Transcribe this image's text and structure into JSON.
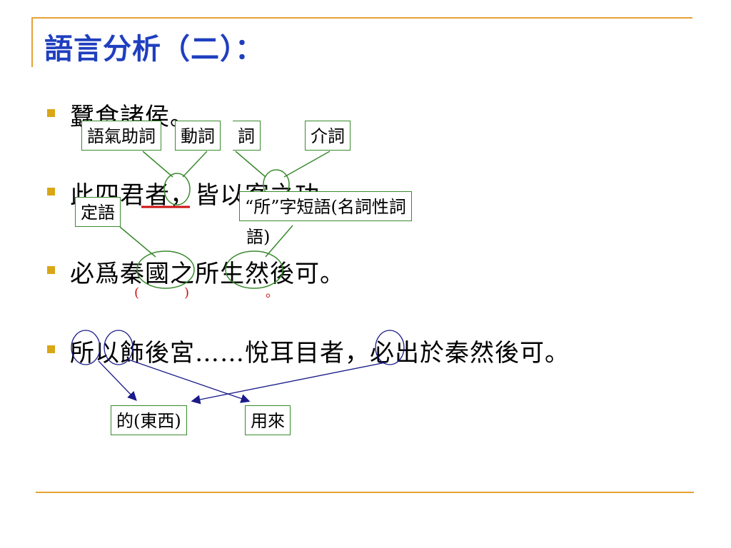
{
  "title": "語言分析（二）：",
  "lines": [
    "蠶食諸侯。",
    "此四君者，皆以客之功。",
    "必爲秦國之所生然後可。",
    "所以飾後宮……悅耳目者，必出於秦然後可。"
  ],
  "boxes": {
    "yuqi": "語氣助詞",
    "dongci": "動詞",
    "ci": "詞",
    "jieci": "介詞",
    "dingyu": "定語",
    "suo_phrase": "“所”字短語(名詞性詞",
    "suo_phrase_tail": "語)",
    "de_dongxi": "的(東西)",
    "yonglai": "用來"
  },
  "red_marks": {
    "paren_open": "(",
    "paren_close": ")",
    "circle": "。"
  },
  "colors": {
    "title": "#1f3fbf",
    "rules": "#e5a235",
    "bullet": "#d9a616",
    "annotation_green": "#3a8a2e",
    "arrow_blue": "#1a1a8a",
    "red": "#cc1111"
  }
}
